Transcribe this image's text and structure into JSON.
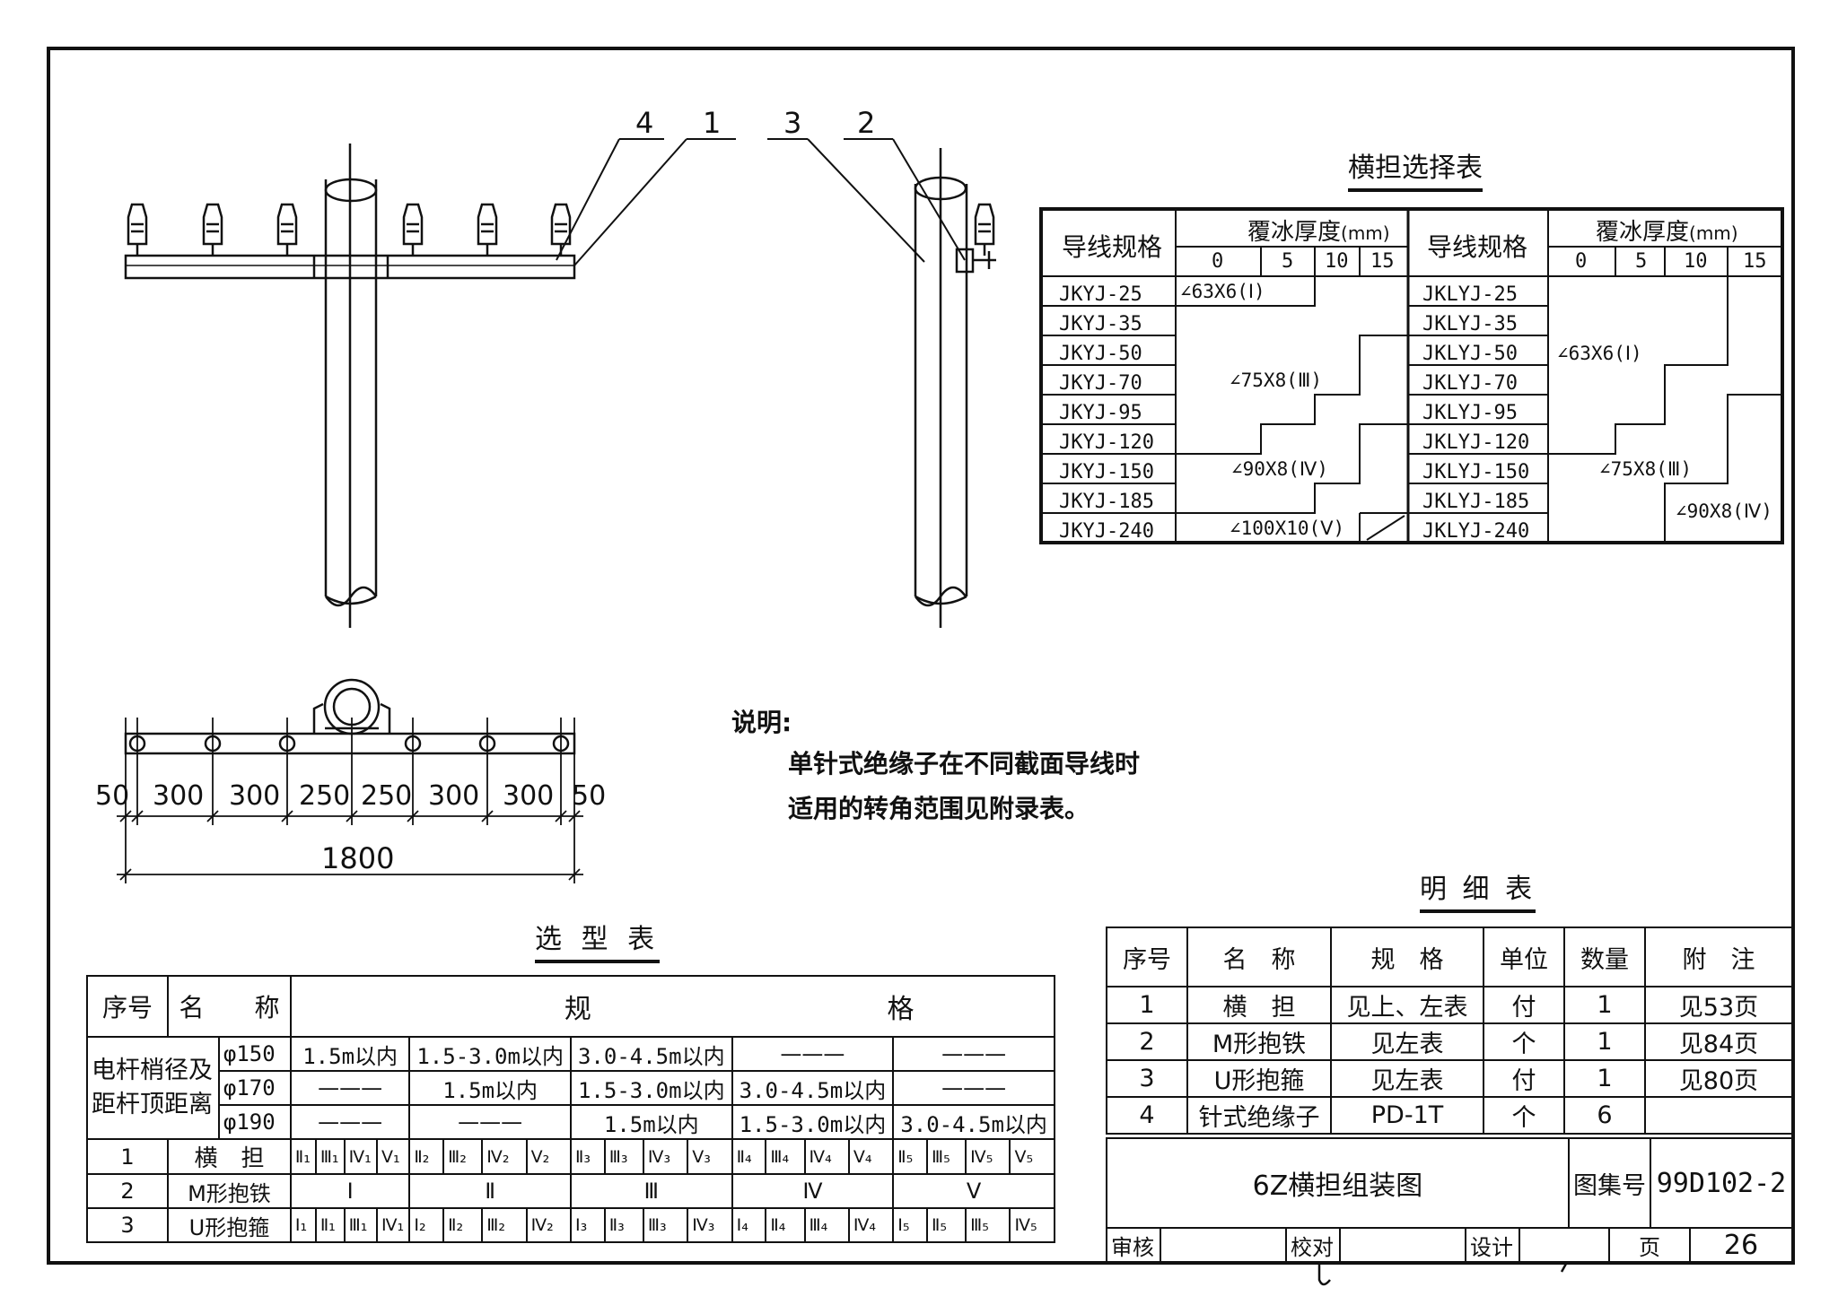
{
  "labels": {
    "n4": "4",
    "n1": "1",
    "n3": "3",
    "n2": "2"
  },
  "dimensions": {
    "segments": [
      "50",
      "300",
      "300",
      "250",
      "250",
      "300",
      "300",
      "50"
    ],
    "total": "1800"
  },
  "crossarm_table": {
    "title": "横担选择表",
    "left_header": "导线规格",
    "right_header": "导线规格",
    "ice_header": "覆冰厚度",
    "ice_unit": "(mm)",
    "ice_cols": [
      "0",
      "5",
      "10",
      "15"
    ],
    "left_rows": [
      "JKYJ-25",
      "JKYJ-35",
      "JKYJ-50",
      "JKYJ-70",
      "JKYJ-95",
      "JKYJ-120",
      "JKYJ-150",
      "JKYJ-185",
      "JKYJ-240"
    ],
    "right_rows": [
      "JKLYJ-25",
      "JKLYJ-35",
      "JKLYJ-50",
      "JKLYJ-70",
      "JKLYJ-95",
      "JKLYJ-120",
      "JKLYJ-150",
      "JKLYJ-185",
      "JKLYJ-240"
    ],
    "left_regions": [
      "∠63X6(Ⅰ)",
      "∠75X8(Ⅲ)",
      "∠90X8(Ⅳ)",
      "∠100X10(Ⅴ)"
    ],
    "right_regions": [
      "∠63X6(Ⅰ)",
      "∠75X8(Ⅲ)",
      "∠90X8(Ⅳ)"
    ]
  },
  "notes": {
    "heading": "说明:",
    "line1": "单针式绝缘子在不同截面导线时",
    "line2": "适用的转角范围见附录表。"
  },
  "detail_table": {
    "title": "明 细 表",
    "headers": [
      "序号",
      "名　称",
      "规　格",
      "单位",
      "数量",
      "附　注"
    ],
    "rows": [
      [
        "1",
        "横　担",
        "见上、左表",
        "付",
        "1",
        "见53页"
      ],
      [
        "2",
        "M形抱铁",
        "见左表",
        "个",
        "1",
        "见84页"
      ],
      [
        "3",
        "U形抱箍",
        "见左表",
        "付",
        "1",
        "见80页"
      ],
      [
        "4",
        "针式绝缘子",
        "PD-1T",
        "个",
        "6",
        ""
      ]
    ]
  },
  "title_block": {
    "drawing_title": "6Z横担组装图",
    "atlas_label": "图集号",
    "atlas_no": "99D102-2",
    "review": "审核",
    "check": "校对",
    "design": "设计",
    "page_label": "页",
    "page_no": "26"
  },
  "selection_table": {
    "title": "选 型 表",
    "h_no": "序号",
    "h_name": "名　　称",
    "h_spec_1": "规",
    "h_spec_2": "格",
    "pole_label_1": "电杆梢径及",
    "pole_label_2": "距杆顶距离",
    "phi": [
      "φ150",
      "φ170",
      "φ190"
    ],
    "ranges": [
      [
        "1.5m以内",
        "1.5-3.0m以内",
        "3.0-4.5m以内",
        "———",
        "———"
      ],
      [
        "———",
        "1.5m以内",
        "1.5-3.0m以内",
        "3.0-4.5m以内",
        "———"
      ],
      [
        "———",
        "———",
        "1.5m以内",
        "1.5-3.0m以内",
        "3.0-4.5m以内"
      ]
    ],
    "row1": {
      "no": "1",
      "name": "横　担",
      "cells": [
        "Ⅱ₁",
        "Ⅲ₁",
        "Ⅳ₁",
        "Ⅴ₁",
        "Ⅱ₂",
        "Ⅲ₂",
        "Ⅳ₂",
        "Ⅴ₂",
        "Ⅱ₃",
        "Ⅲ₃",
        "Ⅳ₃",
        "Ⅴ₃",
        "Ⅱ₄",
        "Ⅲ₄",
        "Ⅳ₄",
        "Ⅴ₄",
        "Ⅱ₅",
        "Ⅲ₅",
        "Ⅳ₅",
        "Ⅴ₅"
      ]
    },
    "row2": {
      "no": "2",
      "name": "M形抱铁",
      "cells": [
        "Ⅰ",
        "Ⅱ",
        "Ⅲ",
        "Ⅳ",
        "Ⅴ"
      ]
    },
    "row3": {
      "no": "3",
      "name": "U形抱箍",
      "cells": [
        "Ⅰ₁",
        "Ⅱ₁",
        "Ⅲ₁",
        "Ⅳ₁",
        "Ⅰ₂",
        "Ⅱ₂",
        "Ⅲ₂",
        "Ⅳ₂",
        "Ⅰ₃",
        "Ⅱ₃",
        "Ⅲ₃",
        "Ⅳ₃",
        "Ⅰ₄",
        "Ⅱ₄",
        "Ⅲ₄",
        "Ⅳ₄",
        "Ⅰ₅",
        "Ⅱ₅",
        "Ⅲ₅",
        "Ⅳ₅"
      ]
    }
  }
}
